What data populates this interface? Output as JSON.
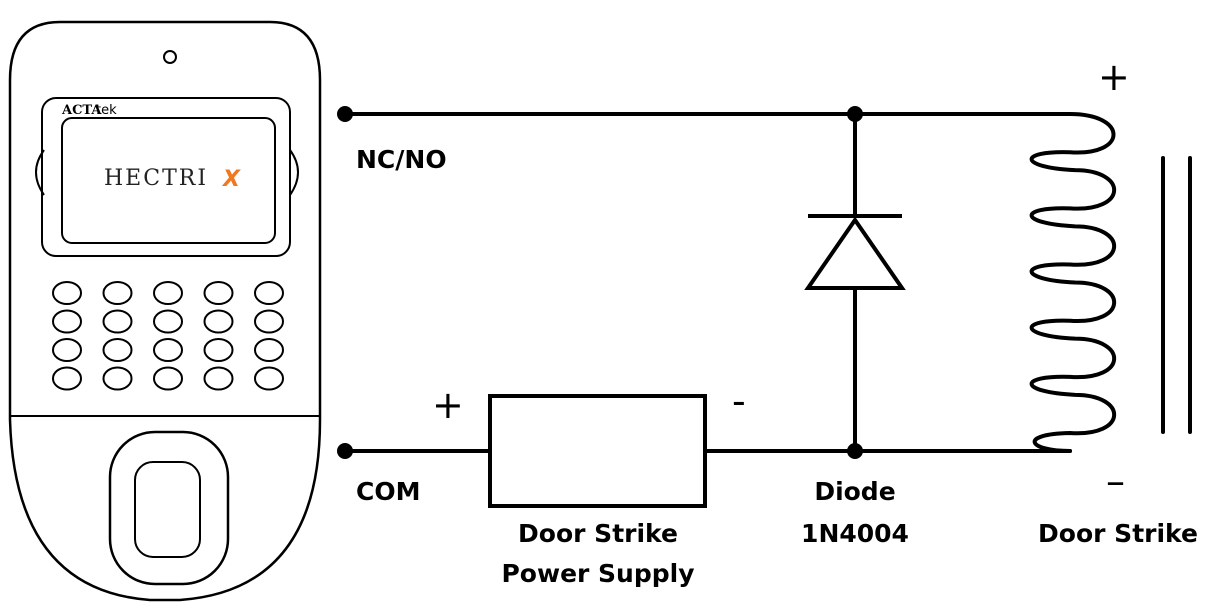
{
  "device": {
    "maker_bold": "ACTA",
    "maker_light": "tek",
    "brand_main": "HECTRI",
    "brand_accent": "X",
    "accent_color": "#f07820",
    "keypad": {
      "rows": 4,
      "cols": 5
    }
  },
  "terminals": {
    "nc_no": "NC/NO",
    "com": "COM"
  },
  "power_supply": {
    "line1": "Door Strike",
    "line2": "Power Supply",
    "plus": "+",
    "minus": "-"
  },
  "diode": {
    "line1": "Diode",
    "line2": "1N4004"
  },
  "door_strike": {
    "label": "Door Strike",
    "plus": "+",
    "minus": "–"
  }
}
